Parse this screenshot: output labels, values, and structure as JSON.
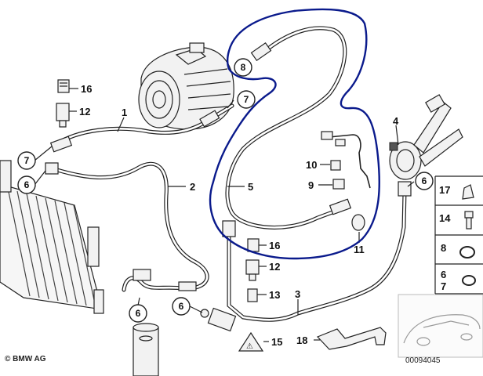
{
  "diagram": {
    "copyright": "© BMW AG",
    "image_number": "00094045",
    "labels": {
      "l1": "1",
      "l2": "2",
      "l3": "3",
      "l4": "4",
      "l5": "5",
      "l9": "9",
      "l10": "10",
      "l11": "11",
      "l12a": "12",
      "l13": "13",
      "l15": "15",
      "l16a": "16",
      "l18": "18",
      "l16b": "16",
      "l12b": "12"
    },
    "circled": {
      "c8": "8",
      "c7a": "7",
      "c7b": "7",
      "c6a": "6",
      "c6b": "6",
      "c6c": "6",
      "c6d": "6"
    },
    "legend": {
      "r1": "17",
      "r2": "14",
      "r3": "8",
      "r4a": "6",
      "r4b": "7"
    },
    "highlight_color": "#0a1a8c"
  }
}
